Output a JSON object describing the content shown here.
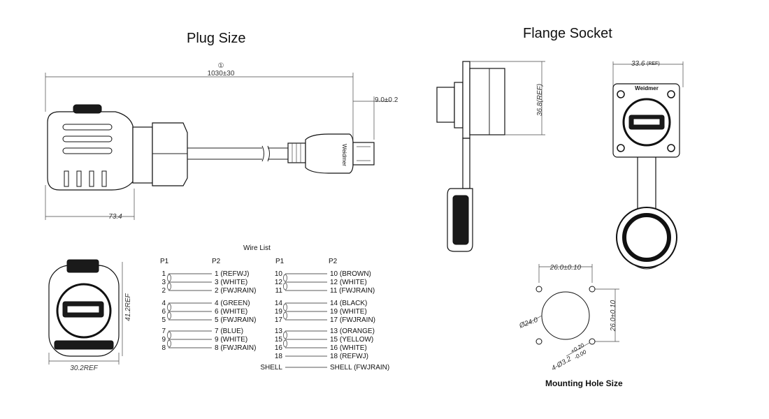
{
  "titles": {
    "plug_size": "Plug Size",
    "flange_socket": "Flange Socket",
    "mounting_hole": "Mounting Hole Size"
  },
  "plug_dims": {
    "callout": "①",
    "cable_length": "1030±30",
    "tip": "9.0±0.2",
    "body_length": "73.4",
    "front_height": "41.2REF",
    "front_width": "30.2REF",
    "logo": "Weidmer"
  },
  "socket_dims": {
    "side_height": "36.8(REF)",
    "front_width": "33.6",
    "front_width_note": "(REF)",
    "logo": "Weidmer"
  },
  "mounting": {
    "hole_spacing_h": "26.0±0.10",
    "hole_spacing_v": "26.0±0.10",
    "center_dia": "Ø24.0",
    "screw_holes": "4-Ø3.2",
    "screw_tol_plus": "+0.20",
    "screw_tol_minus": "-0.00"
  },
  "wire_list": {
    "title": "Wire List",
    "left": {
      "header_p1": "P1",
      "header_p2": "P2",
      "rows": [
        {
          "p1": "1",
          "p2": "1 (REFWJ)"
        },
        {
          "p1": "3",
          "p2": "3 (WHITE)"
        },
        {
          "p1": "2",
          "p2": "2 (FWJRAIN)"
        },
        {
          "p1": "4",
          "p2": "4 (GREEN)"
        },
        {
          "p1": "6",
          "p2": "6 (WHITE)"
        },
        {
          "p1": "5",
          "p2": "5 (FWJRAIN)"
        },
        {
          "p1": "7",
          "p2": "7 (BLUE)"
        },
        {
          "p1": "9",
          "p2": "9 (WHITE)"
        },
        {
          "p1": "8",
          "p2": "8 (FWJRAIN)"
        }
      ]
    },
    "right": {
      "header_p1": "P1",
      "header_p2": "P2",
      "rows": [
        {
          "p1": "10",
          "p2": "10 (BROWN)"
        },
        {
          "p1": "12",
          "p2": "12 (WHITE)"
        },
        {
          "p1": "11",
          "p2": "11 (FWJRAIN)"
        },
        {
          "p1": "14",
          "p2": "14 (BLACK)"
        },
        {
          "p1": "19",
          "p2": "19 (WHITE)"
        },
        {
          "p1": "17",
          "p2": "17 (FWJRAIN)"
        },
        {
          "p1": "13",
          "p2": "13 (ORANGE)"
        },
        {
          "p1": "15",
          "p2": "15 (YELLOW)"
        },
        {
          "p1": "16",
          "p2": "16 (WHITE)"
        },
        {
          "p1": "18",
          "p2": "18 (REFWJ)"
        },
        {
          "p1": "SHELL",
          "p2": "SHELL (FWJRAIN)"
        }
      ]
    }
  }
}
